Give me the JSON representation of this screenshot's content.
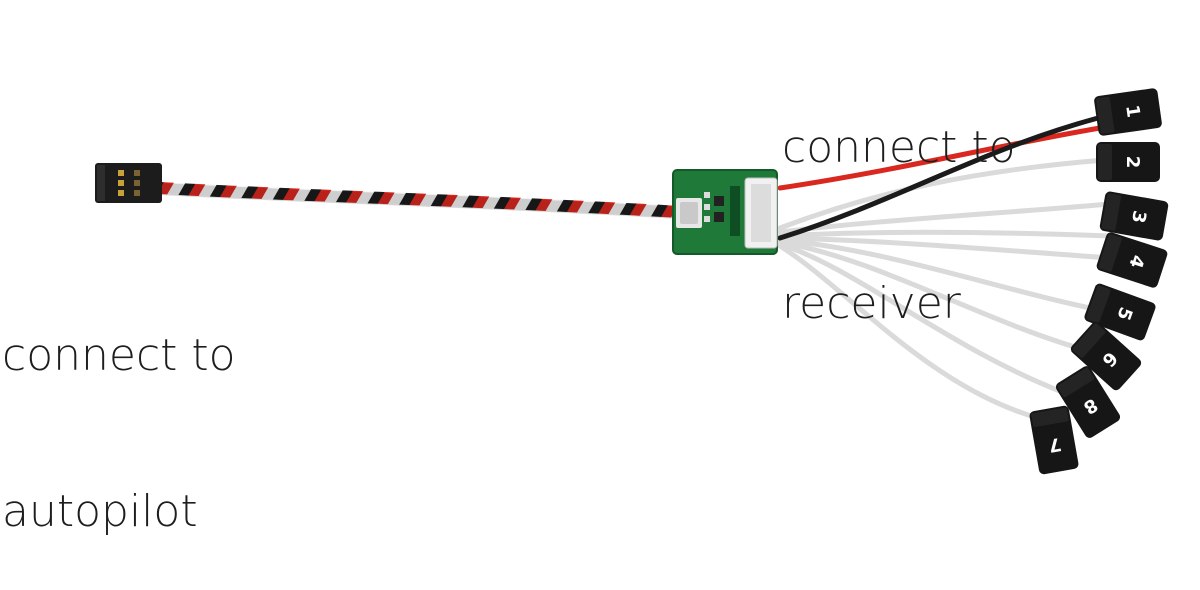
{
  "captions": {
    "autopilot": {
      "line1": "connect to",
      "line2": "autopilot"
    },
    "receiver": {
      "line1": "connect to",
      "line2": "receiver"
    }
  },
  "connectors": [
    {
      "label": "1"
    },
    {
      "label": "2"
    },
    {
      "label": "3"
    },
    {
      "label": "4"
    },
    {
      "label": "5"
    },
    {
      "label": "6"
    },
    {
      "label": "8"
    },
    {
      "label": "7"
    }
  ],
  "colors": {
    "pcb": "#1f7a3a",
    "wire_red": "#d8281f",
    "wire_black": "#1b1b1b",
    "wire_white": "#e6e6e6",
    "connector": "#161616",
    "text": "#1e1e1e"
  }
}
